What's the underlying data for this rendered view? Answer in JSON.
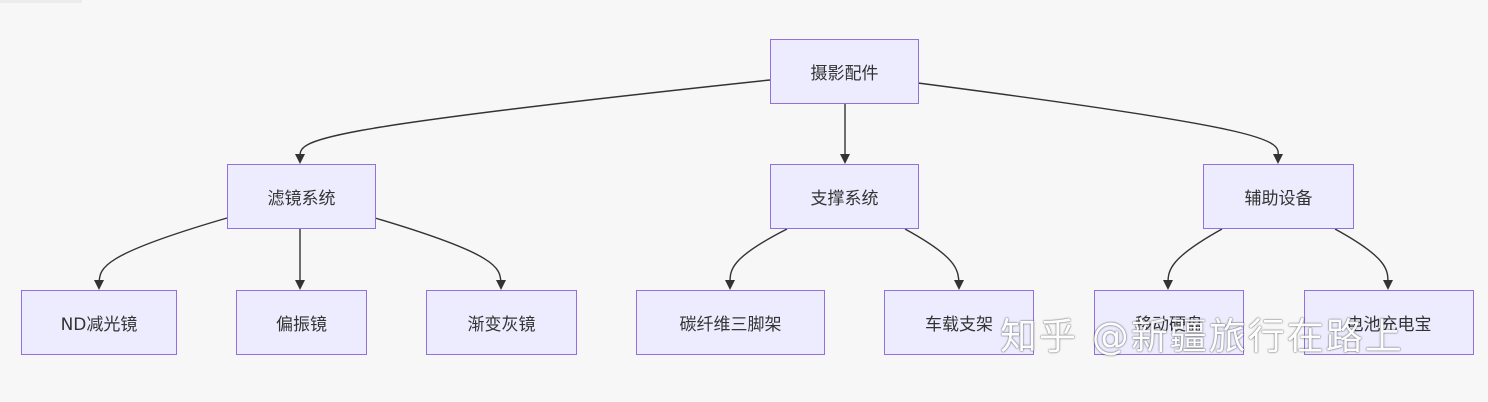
{
  "diagram": {
    "root": "摄影配件",
    "categories": [
      {
        "label": "滤镜系统",
        "children": [
          "ND减光镜",
          "偏振镜",
          "渐变灰镜"
        ]
      },
      {
        "label": "支撑系统",
        "children": [
          "碳纤维三脚架",
          "车载支架"
        ]
      },
      {
        "label": "辅助设备",
        "children": [
          "移动硬盘",
          "电池充电宝"
        ]
      }
    ],
    "colors": {
      "node_fill": "#ececfe",
      "node_border": "#9370db",
      "edge": "#333333",
      "background": "#f7f7f8"
    }
  },
  "watermark": {
    "text": "知乎 @新疆旅行在路上"
  }
}
